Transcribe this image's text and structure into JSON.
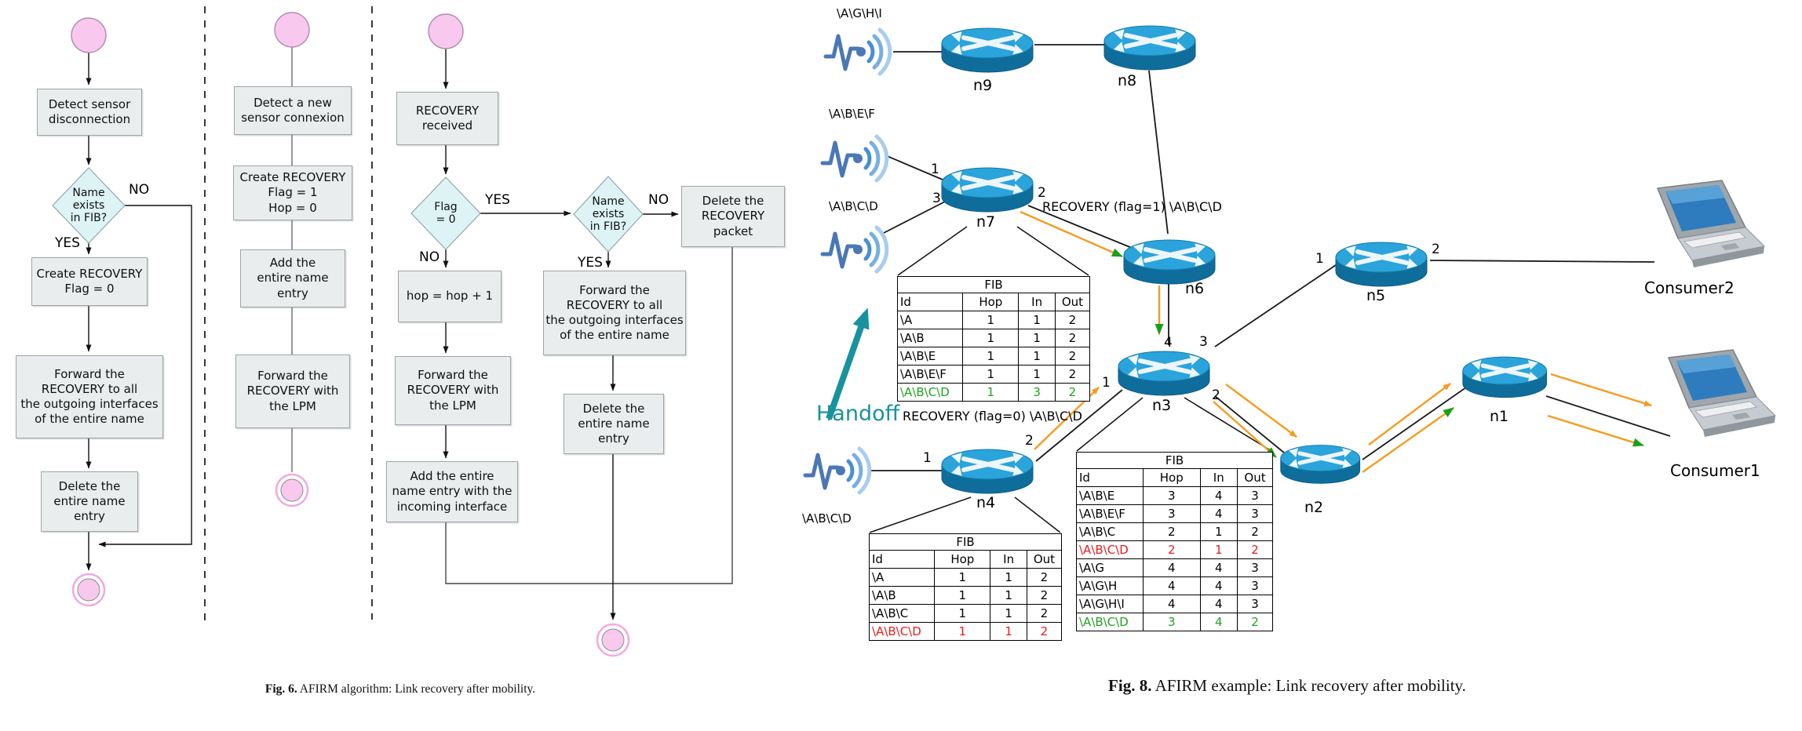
{
  "fig6": {
    "caption_label": "Fig. 6.",
    "caption_text": "AFIRM algorithm: Link recovery after mobility.",
    "col1": {
      "b1": "Detect sensor\ndisconnection",
      "d1": "Name\nexists\nin FIB?",
      "no": "NO",
      "yes": "YES",
      "b2": "Create RECOVERY\nFlag = 0",
      "b3": "Forward the\nRECOVERY to all\nthe outgoing interfaces\nof the entire name",
      "b4": "Delete the\nentire name\nentry"
    },
    "col2": {
      "b1": "Detect a new\nsensor connexion",
      "b2": "Create RECOVERY\nFlag = 1\nHop = 0",
      "b3": "Add the\nentire name\nentry",
      "b4": "Forward the\nRECOVERY with\nthe LPM"
    },
    "col3": {
      "b1": "RECOVERY\nreceived",
      "d1": "Flag\n= 0",
      "yes1": "YES",
      "no1": "NO",
      "b2": "hop = hop + 1",
      "b3": "Forward the\nRECOVERY with\nthe LPM",
      "b4": "Add the entire\nname entry with the\nincoming interface",
      "d2": "Name\nexists\nin FIB?",
      "no2": "NO",
      "yes2": "YES",
      "b5": "Forward the\nRECOVERY to all\nthe outgoing interfaces\nof the entire name",
      "b6": "Delete the\nentire name\nentry",
      "b7": "Delete the\nRECOVERY\npacket"
    }
  },
  "fig8": {
    "caption_label": "Fig. 8.",
    "caption_text": "AFIRM example: Link recovery after mobility.",
    "sensors": [
      {
        "label": "\\A\\G\\H\\I"
      },
      {
        "label": "\\A\\B\\E\\F"
      },
      {
        "label": "\\A\\B\\C\\D"
      },
      {
        "label": "\\A\\B\\C\\D"
      }
    ],
    "routers": {
      "n1": "n1",
      "n2": "n2",
      "n3": "n3",
      "n4": "n4",
      "n5": "n5",
      "n6": "n6",
      "n7": "n7",
      "n8": "n8",
      "n9": "n9"
    },
    "consumers": {
      "consumer1": "Consumer1",
      "consumer2": "Consumer2"
    },
    "labels": {
      "handoff": "Handoff",
      "recovery_flag1": "RECOVERY (flag=1) \\A\\B\\C\\D",
      "recovery_flag0": "RECOVERY (flag=0) \\A\\B\\C\\D"
    },
    "ports": {
      "n7_1": "1",
      "n7_2": "2",
      "n7_3": "3",
      "n5_1": "1",
      "n5_2": "2",
      "n3_4": "4",
      "n3_3": "3",
      "n3_1": "1",
      "n3_2": "2",
      "n4_1": "1",
      "n4_2": "2"
    },
    "colors": {
      "orange": "#F49C20",
      "green": "#18A018",
      "red": "#E51D1D",
      "teal": "#18929F",
      "router_blue": "#1B81B5",
      "start_pink": "#F9C8EE"
    },
    "tables": {
      "n7": {
        "title": "FIB",
        "columns": [
          "Id",
          "Hop",
          "In",
          "Out"
        ],
        "rows": [
          {
            "cells": [
              "\\A",
              "1",
              "1",
              "2"
            ],
            "color": "black"
          },
          {
            "cells": [
              "\\A\\B",
              "1",
              "1",
              "2"
            ],
            "color": "black"
          },
          {
            "cells": [
              "\\A\\B\\E",
              "1",
              "1",
              "2"
            ],
            "color": "black"
          },
          {
            "cells": [
              "\\A\\B\\E\\F",
              "1",
              "1",
              "2"
            ],
            "color": "black"
          },
          {
            "cells": [
              "\\A\\B\\C\\D",
              "1",
              "3",
              "2"
            ],
            "color": "green"
          }
        ]
      },
      "n4": {
        "title": "FIB",
        "columns": [
          "Id",
          "Hop",
          "In",
          "Out"
        ],
        "rows": [
          {
            "cells": [
              "\\A",
              "1",
              "1",
              "2"
            ],
            "color": "black"
          },
          {
            "cells": [
              "\\A\\B",
              "1",
              "1",
              "2"
            ],
            "color": "black"
          },
          {
            "cells": [
              "\\A\\B\\C",
              "1",
              "1",
              "2"
            ],
            "color": "black"
          },
          {
            "cells": [
              "\\A\\B\\C\\D",
              "1",
              "1",
              "2"
            ],
            "color": "red"
          }
        ]
      },
      "n3": {
        "title": "FIB",
        "columns": [
          "Id",
          "Hop",
          "In",
          "Out"
        ],
        "rows": [
          {
            "cells": [
              "\\A\\B\\E",
              "3",
              "4",
              "3"
            ],
            "color": "black"
          },
          {
            "cells": [
              "\\A\\B\\E\\F",
              "3",
              "4",
              "3"
            ],
            "color": "black"
          },
          {
            "cells": [
              "\\A\\B\\C",
              "2",
              "1",
              "2"
            ],
            "color": "black"
          },
          {
            "cells": [
              "\\A\\B\\C\\D",
              "2",
              "1",
              "2"
            ],
            "color": "red"
          },
          {
            "cells": [
              "\\A\\G",
              "4",
              "4",
              "3"
            ],
            "color": "black"
          },
          {
            "cells": [
              "\\A\\G\\H",
              "4",
              "4",
              "3"
            ],
            "color": "black"
          },
          {
            "cells": [
              "\\A\\G\\H\\I",
              "4",
              "4",
              "3"
            ],
            "color": "black"
          },
          {
            "cells": [
              "\\A\\B\\C\\D",
              "3",
              "4",
              "2"
            ],
            "color": "green"
          }
        ]
      }
    }
  }
}
